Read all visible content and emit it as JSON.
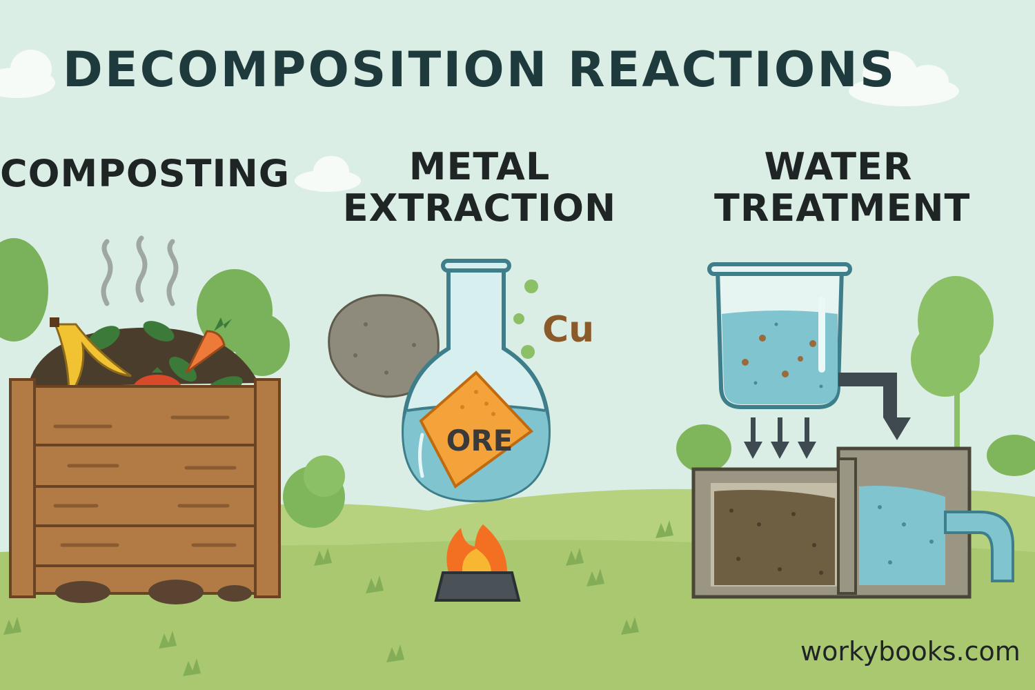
{
  "title": "DECOMPOSITION REACTIONS",
  "panels": {
    "composting": {
      "label": "COMPOSTING"
    },
    "metal_extraction": {
      "label_line1": "METAL",
      "label_line2": "EXTRACTION",
      "ore_label": "ORE",
      "element_symbol": "Cu"
    },
    "water_treatment": {
      "label_line1": "WATER",
      "label_line2": "TREATMENT"
    }
  },
  "footer": "workybooks.com",
  "icons": [
    "cloud-icon",
    "tree-icon",
    "compost-bin-icon",
    "steam-icon",
    "banana-peel-icon",
    "carrot-icon",
    "tomato-icon",
    "rock-icon",
    "flask-icon",
    "flame-icon",
    "burner-icon",
    "beaker-icon",
    "arrow-down-icon",
    "filter-tank-icon",
    "outlet-pipe-icon"
  ],
  "colors": {
    "sky": "#dbeee6",
    "grass": "#a6c46a",
    "wood": "#b27a45",
    "water": "#7fc4cf",
    "ore": "#f4a23a",
    "title": "#1f3a3c"
  }
}
